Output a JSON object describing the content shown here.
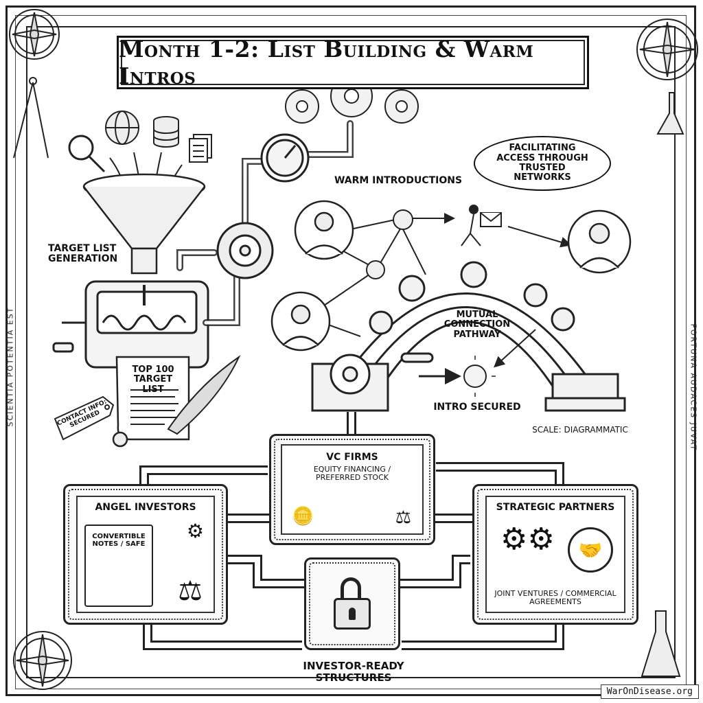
{
  "title": "Month 1-2: List Building & Warm Intros",
  "border_mottos": {
    "left": "SCIENTIA POTENTIA EST",
    "right": "FORTUNA AUDACES JUVAT"
  },
  "list_building": {
    "section_label": "Target List Generation",
    "input_icons": [
      "magnifier-icon",
      "globe-icon",
      "database-icon",
      "documents-icon"
    ],
    "scroll_title": "Top 100 Target List",
    "tag_label": "Contact Info: Secured"
  },
  "warm_intros": {
    "section_label": "Warm Introductions",
    "speech_bubble": "Facilitating Access Through Trusted Networks",
    "pathway_label": "Mutual Connection Pathway",
    "result_label": "Intro Secured",
    "scale_note": "Scale: Diagrammatic"
  },
  "structures": {
    "vc": {
      "title": "VC Firms",
      "subtitle": "Equity Financing / Preferred Stock"
    },
    "angel": {
      "title": "Angel Investors",
      "subtitle": "Convertible Notes / SAFE"
    },
    "strategic": {
      "title": "Strategic Partners",
      "subtitle": "Joint Ventures / Commercial Agreements"
    },
    "footer_label": "Investor-Ready Structures"
  },
  "watermark": "WarOnDisease.org"
}
